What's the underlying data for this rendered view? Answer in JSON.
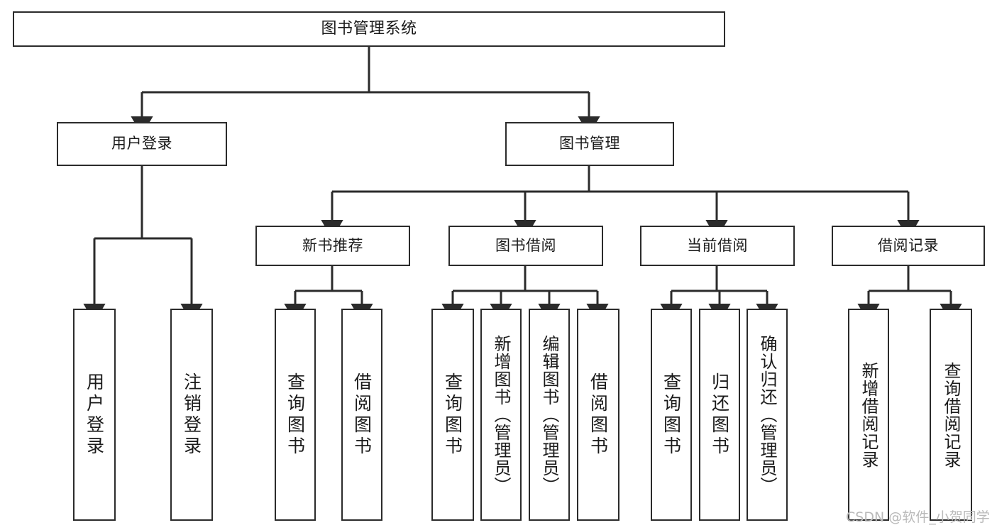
{
  "diagram": {
    "title": "图书管理系统",
    "type": "tree",
    "orientation": "top-down",
    "colors": {
      "background": "#ffffff",
      "node_border": "#2b2b2b",
      "node_fill": "#ffffff",
      "edge": "#2b2b2b",
      "text": "#1a1a1a",
      "watermark": "#b9b9b9"
    },
    "watermark": "CSDN @软件_小贺同学",
    "nodes": {
      "root": {
        "label": "图书管理系统"
      },
      "level2": [
        {
          "id": "user-login",
          "label": "用户登录"
        },
        {
          "id": "book-management",
          "label": "图书管理"
        }
      ],
      "level3": [
        {
          "id": "new-book-recommend",
          "label": "新书推荐"
        },
        {
          "id": "book-borrow",
          "label": "图书借阅"
        },
        {
          "id": "current-borrow",
          "label": "当前借阅"
        },
        {
          "id": "borrow-record",
          "label": "借阅记录"
        }
      ],
      "leaves": {
        "user-login": [
          {
            "id": "leaf-user-login",
            "label": "用户登录"
          },
          {
            "id": "leaf-logout-login",
            "label": "注销登录"
          }
        ],
        "new-book-recommend": [
          {
            "id": "leaf-query-book-1",
            "label": "查询图书"
          },
          {
            "id": "leaf-borrow-book-1",
            "label": "借阅图书"
          }
        ],
        "book-borrow": [
          {
            "id": "leaf-query-book-2",
            "label": "查询图书"
          },
          {
            "id": "leaf-add-book",
            "label": "新增图书（管理员）"
          },
          {
            "id": "leaf-edit-book",
            "label": "编辑图书（管理员）"
          },
          {
            "id": "leaf-borrow-book-2",
            "label": "借阅图书"
          }
        ],
        "current-borrow": [
          {
            "id": "leaf-query-book-3",
            "label": "查询图书"
          },
          {
            "id": "leaf-return-book",
            "label": "归还图书"
          },
          {
            "id": "leaf-confirm-return",
            "label": "确认归还（管理员）"
          }
        ],
        "borrow-record": [
          {
            "id": "leaf-add-record",
            "label": "新增借阅记录"
          },
          {
            "id": "leaf-query-record",
            "label": "查询借阅记录"
          }
        ]
      }
    }
  }
}
